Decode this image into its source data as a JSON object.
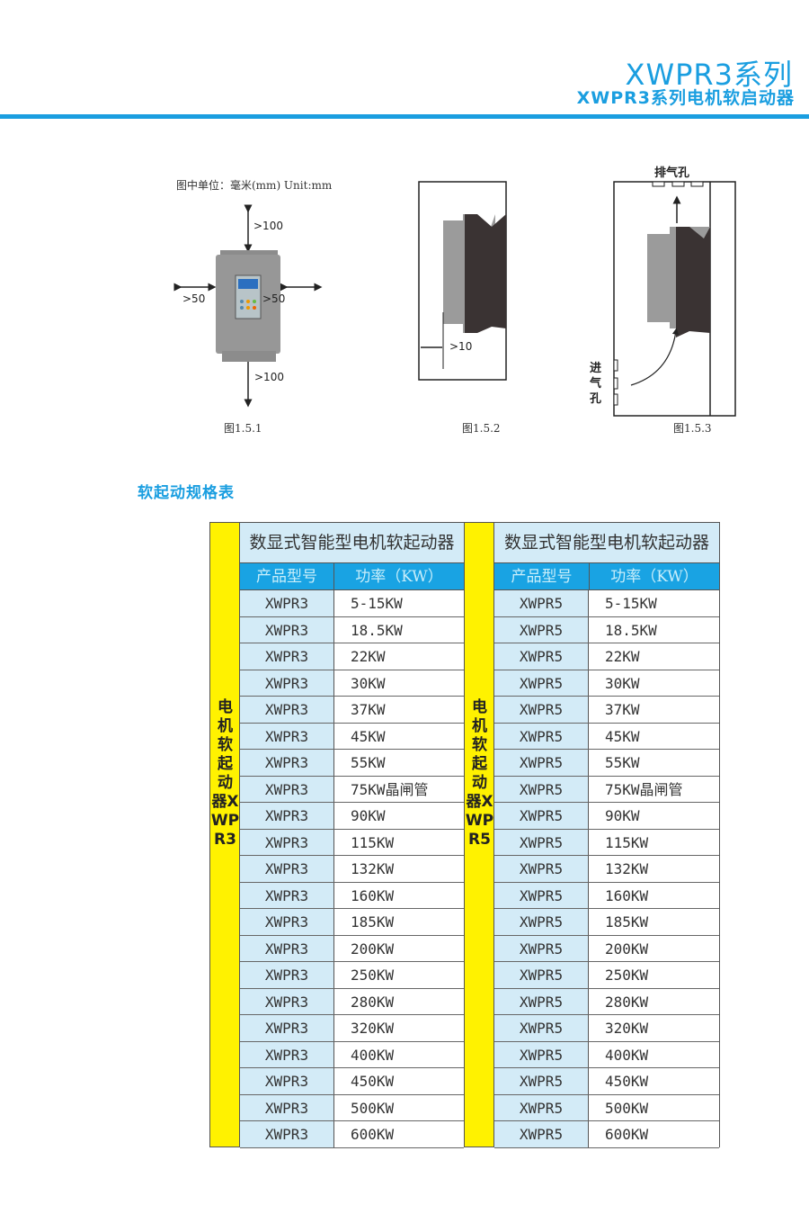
{
  "header": {
    "series": "XWPR3系列",
    "subtitle": "XWPR3系列电机软启动器"
  },
  "diagrams": {
    "unit_note": "图中单位：毫米(mm)  Unit:mm",
    "fig1": {
      "top": ">100",
      "bottom": ">100",
      "left": ">50",
      "right": ">50",
      "caption": "图1.5.1"
    },
    "fig2": {
      "gap": ">10",
      "caption": "图1.5.2"
    },
    "fig3": {
      "exhaust": "排气孔",
      "intake": "进气孔",
      "caption": "图1.5.3"
    }
  },
  "spec_title": "软起动规格表",
  "tables": [
    {
      "side_label": "电机软起动器XWPR3",
      "title": "数显式智能型电机软起动器",
      "col_model": "产品型号",
      "col_power": "功率（KW）",
      "model": "XWPR3",
      "powers": [
        "5-15KW",
        "18.5KW",
        "22KW",
        "30KW",
        "37KW",
        "45KW",
        "55KW",
        "75KW晶闸管",
        "90KW",
        "115KW",
        "132KW",
        "160KW",
        "185KW",
        "200KW",
        "250KW",
        "280KW",
        "320KW",
        "400KW",
        "450KW",
        "500KW",
        "600KW"
      ]
    },
    {
      "side_label": "电机软起动器XWPR5",
      "title": "数显式智能型电机软起动器",
      "col_model": "产品型号",
      "col_power": "功率（KW）",
      "model": "XWPR5",
      "powers": [
        "5-15KW",
        "18.5KW",
        "22KW",
        "30KW",
        "37KW",
        "45KW",
        "55KW",
        "75KW晶闸管",
        "90KW",
        "115KW",
        "132KW",
        "160KW",
        "185KW",
        "200KW",
        "250KW",
        "280KW",
        "320KW",
        "400KW",
        "450KW",
        "500KW",
        "600KW"
      ]
    }
  ]
}
